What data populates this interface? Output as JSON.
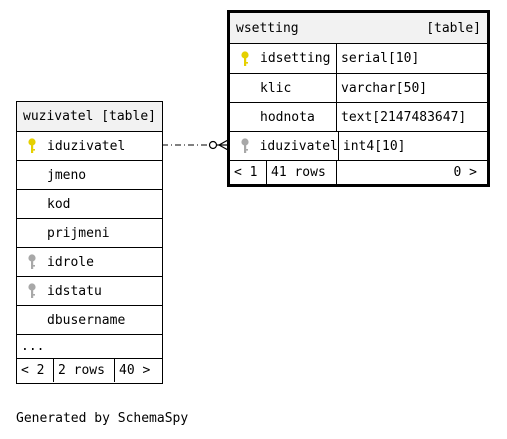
{
  "tables": {
    "wuzivatel": {
      "name": "wuzivatel",
      "label": "[table]",
      "columns": [
        {
          "name": "iduzivatel",
          "key": "primary"
        },
        {
          "name": "jmeno",
          "key": ""
        },
        {
          "name": "kod",
          "key": ""
        },
        {
          "name": "prijmeni",
          "key": ""
        },
        {
          "name": "idrole",
          "key": "foreign"
        },
        {
          "name": "idstatu",
          "key": "foreign"
        },
        {
          "name": "dbusername",
          "key": ""
        }
      ],
      "more": "...",
      "footer": {
        "children": "< 2",
        "rows": "2 rows",
        "parents": "40 >"
      }
    },
    "wsetting": {
      "name": "wsetting",
      "label": "[table]",
      "columns": [
        {
          "name": "idsetting",
          "type": "serial[10]",
          "key": "primary"
        },
        {
          "name": "klic",
          "type": "varchar[50]",
          "key": ""
        },
        {
          "name": "hodnota",
          "type": "text[2147483647]",
          "key": ""
        },
        {
          "name": "iduzivatel",
          "type": "int4[10]",
          "key": "foreign"
        }
      ],
      "footer": {
        "children": "< 1",
        "rows": "41 rows",
        "parents": "0 >"
      }
    }
  },
  "colors": {
    "primary_key": "#e5d000",
    "foreign_key": "#a8a8a8",
    "header_bg": "#f2f2f2"
  },
  "icons": {
    "primary": "key-icon",
    "foreign": "foreign-key-icon"
  },
  "footer_text": "Generated by SchemaSpy"
}
